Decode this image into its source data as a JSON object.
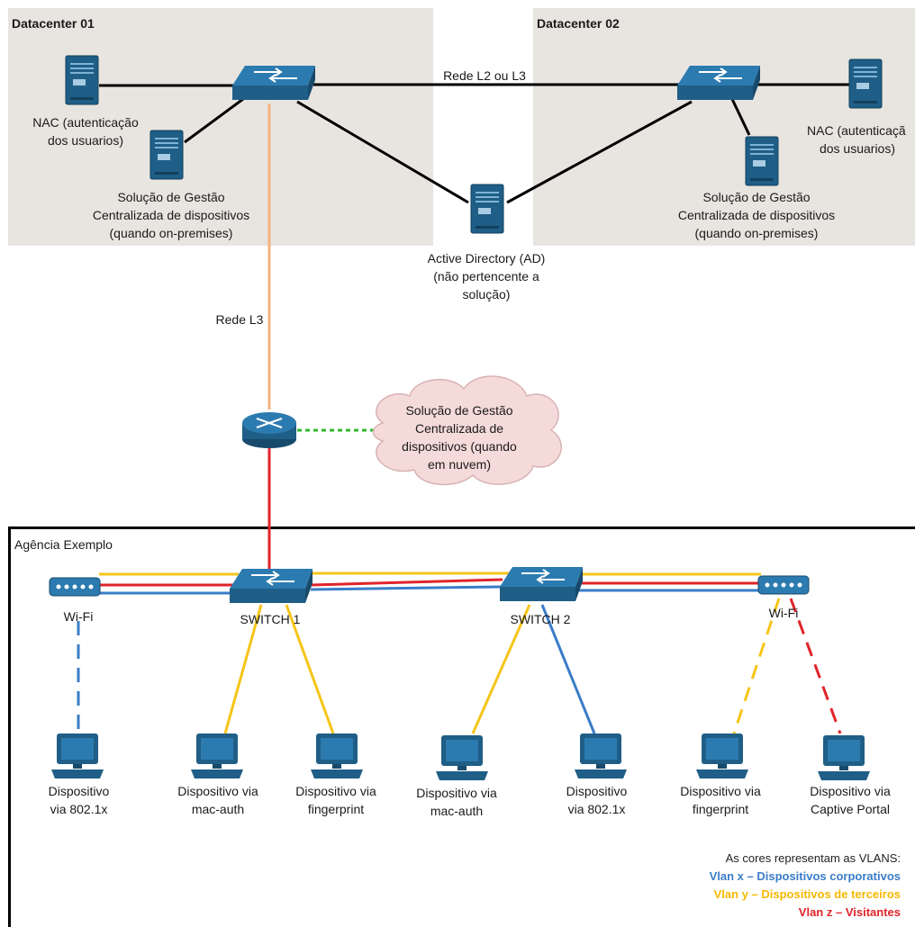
{
  "zones": {
    "dc1": "Datacenter 01",
    "dc2": "Datacenter 02",
    "agency": "Agência Exemplo"
  },
  "links": {
    "dc_link": "Rede L2 ou L3",
    "wan_link": "Rede L3"
  },
  "nodes": {
    "nac1": [
      "NAC (autenticação",
      "dos usuarios)"
    ],
    "mgmt1": [
      "Solução de Gestão",
      "Centralizada de dispositivos",
      "(quando on-premises)"
    ],
    "nac2": [
      "NAC (autenticaçã",
      "dos usuarios)"
    ],
    "mgmt2": [
      "Solução de Gestão",
      "Centralizada de dispositivos",
      "(quando on-premises)"
    ],
    "ad": [
      "Active Directory (AD)",
      "(não pertencente a",
      "solução)"
    ],
    "cloud": [
      "Solução de Gestão",
      "Centralizada de",
      "dispositivos (quando",
      "em nuvem)"
    ],
    "wifi1": "Wi-Fi",
    "wifi2": "Wi-Fi",
    "switch1": "SWITCH 1",
    "switch2": "SWITCH 2",
    "dev1": [
      "Dispositivo",
      "via 802.1x"
    ],
    "dev2": [
      "Dispositivo via",
      "mac-auth"
    ],
    "dev3": [
      "Dispositivo via",
      "fingerprint"
    ],
    "dev4": [
      "Dispositivo via",
      "mac-auth"
    ],
    "dev5": [
      "Dispositivo",
      "via 802.1x"
    ],
    "dev6": [
      "Dispositivo via",
      "fingerprint"
    ],
    "dev7": [
      "Dispositivo via",
      "Captive Portal"
    ]
  },
  "legend": {
    "title": "As cores representam as VLANS:",
    "x": "Vlan x – Dispositivos corporativos",
    "y": "Vlan y – Dispositivos de terceiros",
    "z": "Vlan z – Visitantes"
  },
  "colors": {
    "vlan_x": "#3a7dc8",
    "vlan_y": "#f5c518",
    "vlan_z": "#e0242a",
    "wan": "#f4b183",
    "cloud_link": "#2eb82e",
    "device": "#1f5e86",
    "zone_bg": "#e8e5e0"
  }
}
